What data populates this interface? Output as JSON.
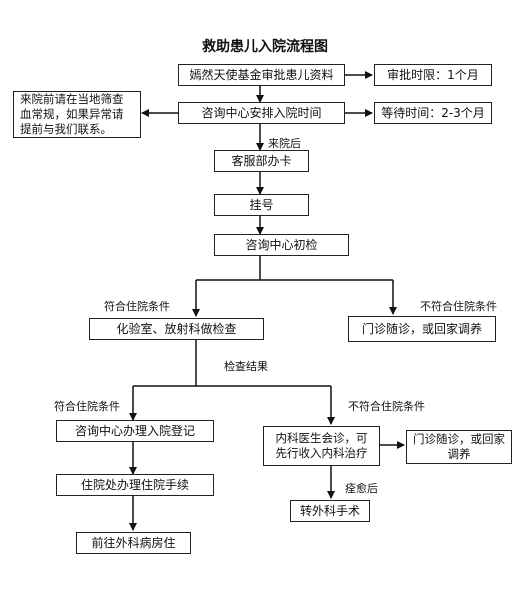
{
  "title": "救助患儿入院流程图",
  "nodes": {
    "fund": "嫣然天使基金审批患儿资料",
    "approval_time": "审批时限：1个月",
    "blood_note": "来院前请在当地筛查血常规，如果异常请提前与我们联系。",
    "schedule": "咨询中心安排入院时间",
    "wait_time": "等待时间：2-3个月",
    "card": "客服部办卡",
    "register": "挂号",
    "first_exam": "咨询中心初检",
    "lab": "化验室、放射科做检查",
    "outpatient1": "门诊随诊，或回家调养",
    "admission": "咨询中心办理入院登记",
    "internal": "内科医生会诊，可先行收入内科治疗",
    "outpatient2": "门诊随诊，或回家调养",
    "procedure": "住院处办理住院手续",
    "transfer": "转外科手术",
    "ward": "前往外科病房住"
  },
  "labels": {
    "after_arrival": "来院后",
    "eligible1": "符合住院条件",
    "not_eligible1": "不符合住院条件",
    "results": "检查结果",
    "eligible2": "符合住院条件",
    "not_eligible2": "不符合住院条件",
    "cured": "痊愈后"
  }
}
